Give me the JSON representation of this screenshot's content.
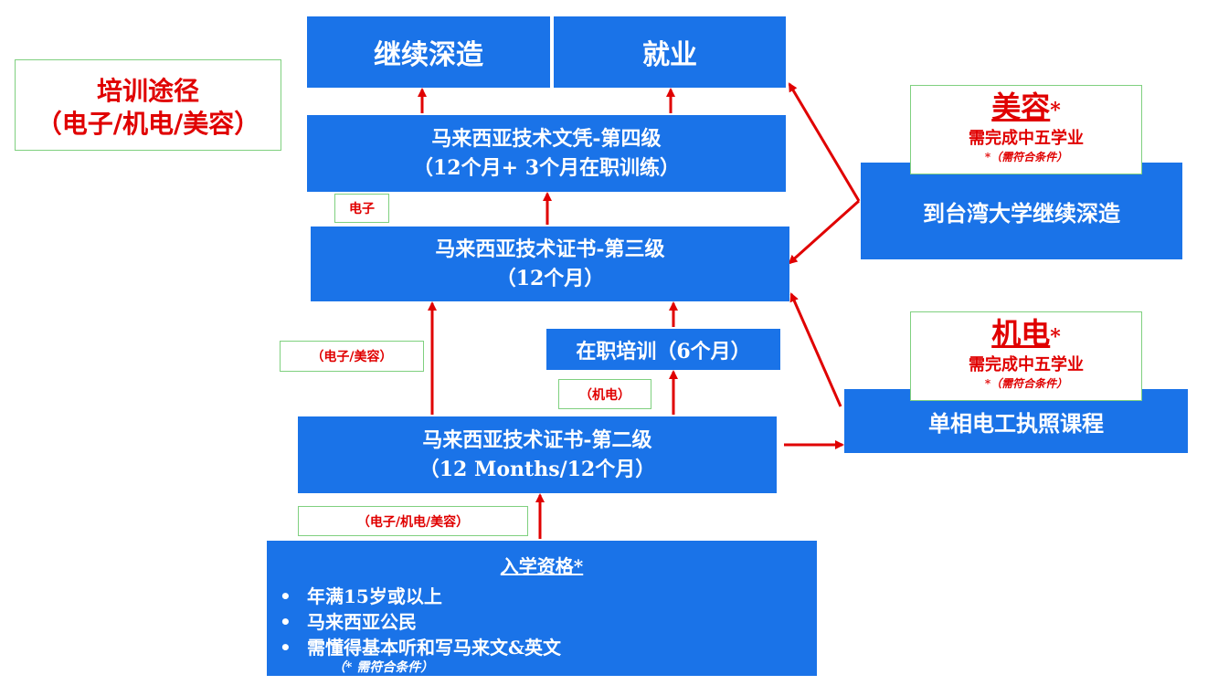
{
  "title": {
    "line1": "培训途径",
    "line2": "（电子/机电/美容）"
  },
  "top": {
    "study": "继续深造",
    "work": "就业"
  },
  "level4": {
    "line1": "马来西亚技术文凭-第四级",
    "line2": "（12个月+ 3个月在职训练）"
  },
  "tag_electronics": "电子",
  "level3": {
    "line1": "马来西亚技术证书-第三级",
    "line2": "（12个月）"
  },
  "tag_elec_beauty": "（电子/美容）",
  "ojt": "在职培训（6个月）",
  "tag_mecha": "（机电）",
  "level2": {
    "line1": "马来西亚技术证书-第二级",
    "line2": "（12 Months/12个月）"
  },
  "tag_all": "（电子/机电/美容）",
  "entry": {
    "title": "入学资格*",
    "items": [
      "年满15岁或以上",
      "马来西亚公民",
      "需懂得基本听和写马来文&英文"
    ],
    "note": "（* 需符合条件）"
  },
  "taiwan": "到台湾大学继续深造",
  "beauty_note": {
    "title": "美容",
    "star": "*",
    "line": "需完成中五学业",
    "cond": "*（需符合条件）"
  },
  "license": "单相电工执照课程",
  "mecha_note": {
    "title": "机电",
    "star": "*",
    "line": "需完成中五学业",
    "cond": "*（需符合条件）"
  },
  "colors": {
    "box": "#1a73e8",
    "accent": "#e00000",
    "tag_border": "#7fd07f"
  }
}
